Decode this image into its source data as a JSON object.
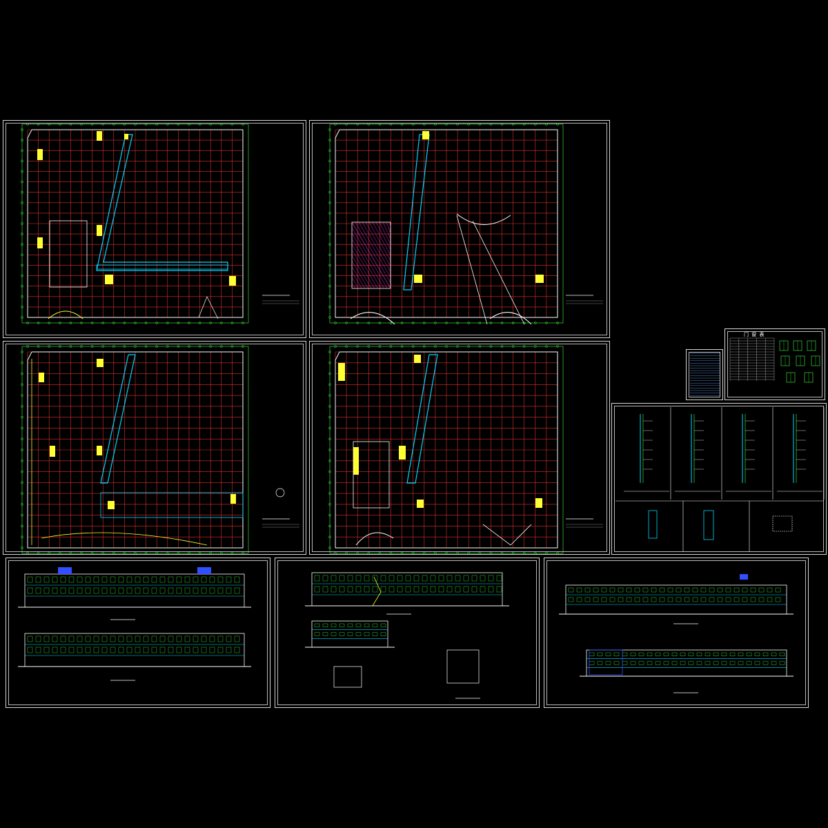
{
  "colors": {
    "background": "#000000",
    "frame": "#d8d8d8",
    "grid_red": "#e03030",
    "grid_green": "#3cff3c",
    "wall_cyan": "#00d8ff",
    "fill_yellow": "#ffff33",
    "stroke_white": "#ffffff",
    "accent_blue": "#3050ff",
    "accent_magenta": "#ff40ff"
  },
  "sheets": [
    {
      "id": "plan-1",
      "kind": "floor-plan",
      "icon": "floor-plan-drawing"
    },
    {
      "id": "plan-2",
      "kind": "floor-plan",
      "icon": "floor-plan-drawing"
    },
    {
      "id": "plan-3",
      "kind": "floor-plan",
      "icon": "floor-plan-drawing"
    },
    {
      "id": "plan-4",
      "kind": "floor-plan",
      "icon": "floor-plan-drawing"
    },
    {
      "id": "notes",
      "kind": "design-notes",
      "icon": "notes-table"
    },
    {
      "id": "door-window-schedule",
      "kind": "schedule",
      "icon": "schedule-table"
    },
    {
      "id": "wall-details",
      "kind": "details",
      "icon": "section-detail"
    },
    {
      "id": "elevations-a",
      "kind": "elevation",
      "icon": "elevation-drawing"
    },
    {
      "id": "sections",
      "kind": "section",
      "icon": "section-drawing"
    },
    {
      "id": "elevations-b",
      "kind": "elevation",
      "icon": "elevation-drawing"
    }
  ],
  "labels": {
    "schedule_heading": "门 窗 表"
  }
}
